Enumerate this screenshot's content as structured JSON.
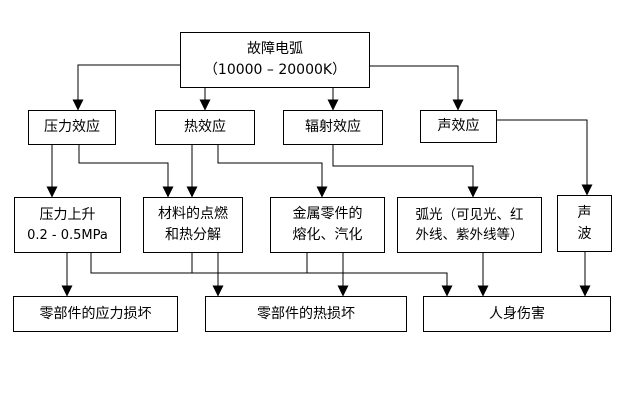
{
  "diagram": {
    "root": {
      "line1": "故障电弧",
      "line2": "（10000 – 20000K）"
    },
    "effects": {
      "pressure": "压力效应",
      "heat": "热效应",
      "radiation": "辐射效应",
      "sound": "声效应"
    },
    "results": {
      "pressure_rise": {
        "line1": "压力上升",
        "line2": "0.2 - 0.5MPa"
      },
      "ignition": {
        "line1": "材料的点燃",
        "line2": "和热分解"
      },
      "melting": {
        "line1": "金属零件的",
        "line2": "熔化、汽化"
      },
      "arc_light": {
        "line1": "弧光（可见光、红",
        "line2": "外线、紫外线等）"
      },
      "sound_wave": {
        "line1": "声",
        "line2": "波"
      }
    },
    "damages": {
      "stress": "零部件的应力损坏",
      "thermal": "零部件的热损坏",
      "injury": "人身伤害"
    },
    "edges": [
      {
        "from": "故障电弧",
        "to": "压力效应"
      },
      {
        "from": "故障电弧",
        "to": "热效应"
      },
      {
        "from": "故障电弧",
        "to": "辐射效应"
      },
      {
        "from": "故障电弧",
        "to": "声效应"
      },
      {
        "from": "压力效应",
        "to": "压力上升 0.2 - 0.5MPa"
      },
      {
        "from": "压力效应",
        "to": "材料的点燃和热分解"
      },
      {
        "from": "热效应",
        "to": "材料的点燃和热分解"
      },
      {
        "from": "热效应",
        "to": "金属零件的熔化、汽化"
      },
      {
        "from": "辐射效应",
        "to": "弧光（可见光、红外线、紫外线等）"
      },
      {
        "from": "声效应",
        "to": "声波"
      },
      {
        "from": "压力上升 0.2 - 0.5MPa",
        "to": "零部件的应力损坏"
      },
      {
        "from": "压力上升 0.2 - 0.5MPa",
        "to": "人身伤害"
      },
      {
        "from": "材料的点燃和热分解",
        "to": "零部件的热损坏"
      },
      {
        "from": "材料的点燃和热分解",
        "to": "人身伤害"
      },
      {
        "from": "金属零件的熔化、汽化",
        "to": "零部件的热损坏"
      },
      {
        "from": "金属零件的熔化、汽化",
        "to": "人身伤害"
      },
      {
        "from": "弧光（可见光、红外线、紫外线等）",
        "to": "人身伤害"
      },
      {
        "from": "声波",
        "to": "人身伤害"
      }
    ],
    "colors": {
      "line": "#000000",
      "box_border": "#000000",
      "box_background": "#ffffff",
      "canvas_background": "#ffffff"
    }
  }
}
